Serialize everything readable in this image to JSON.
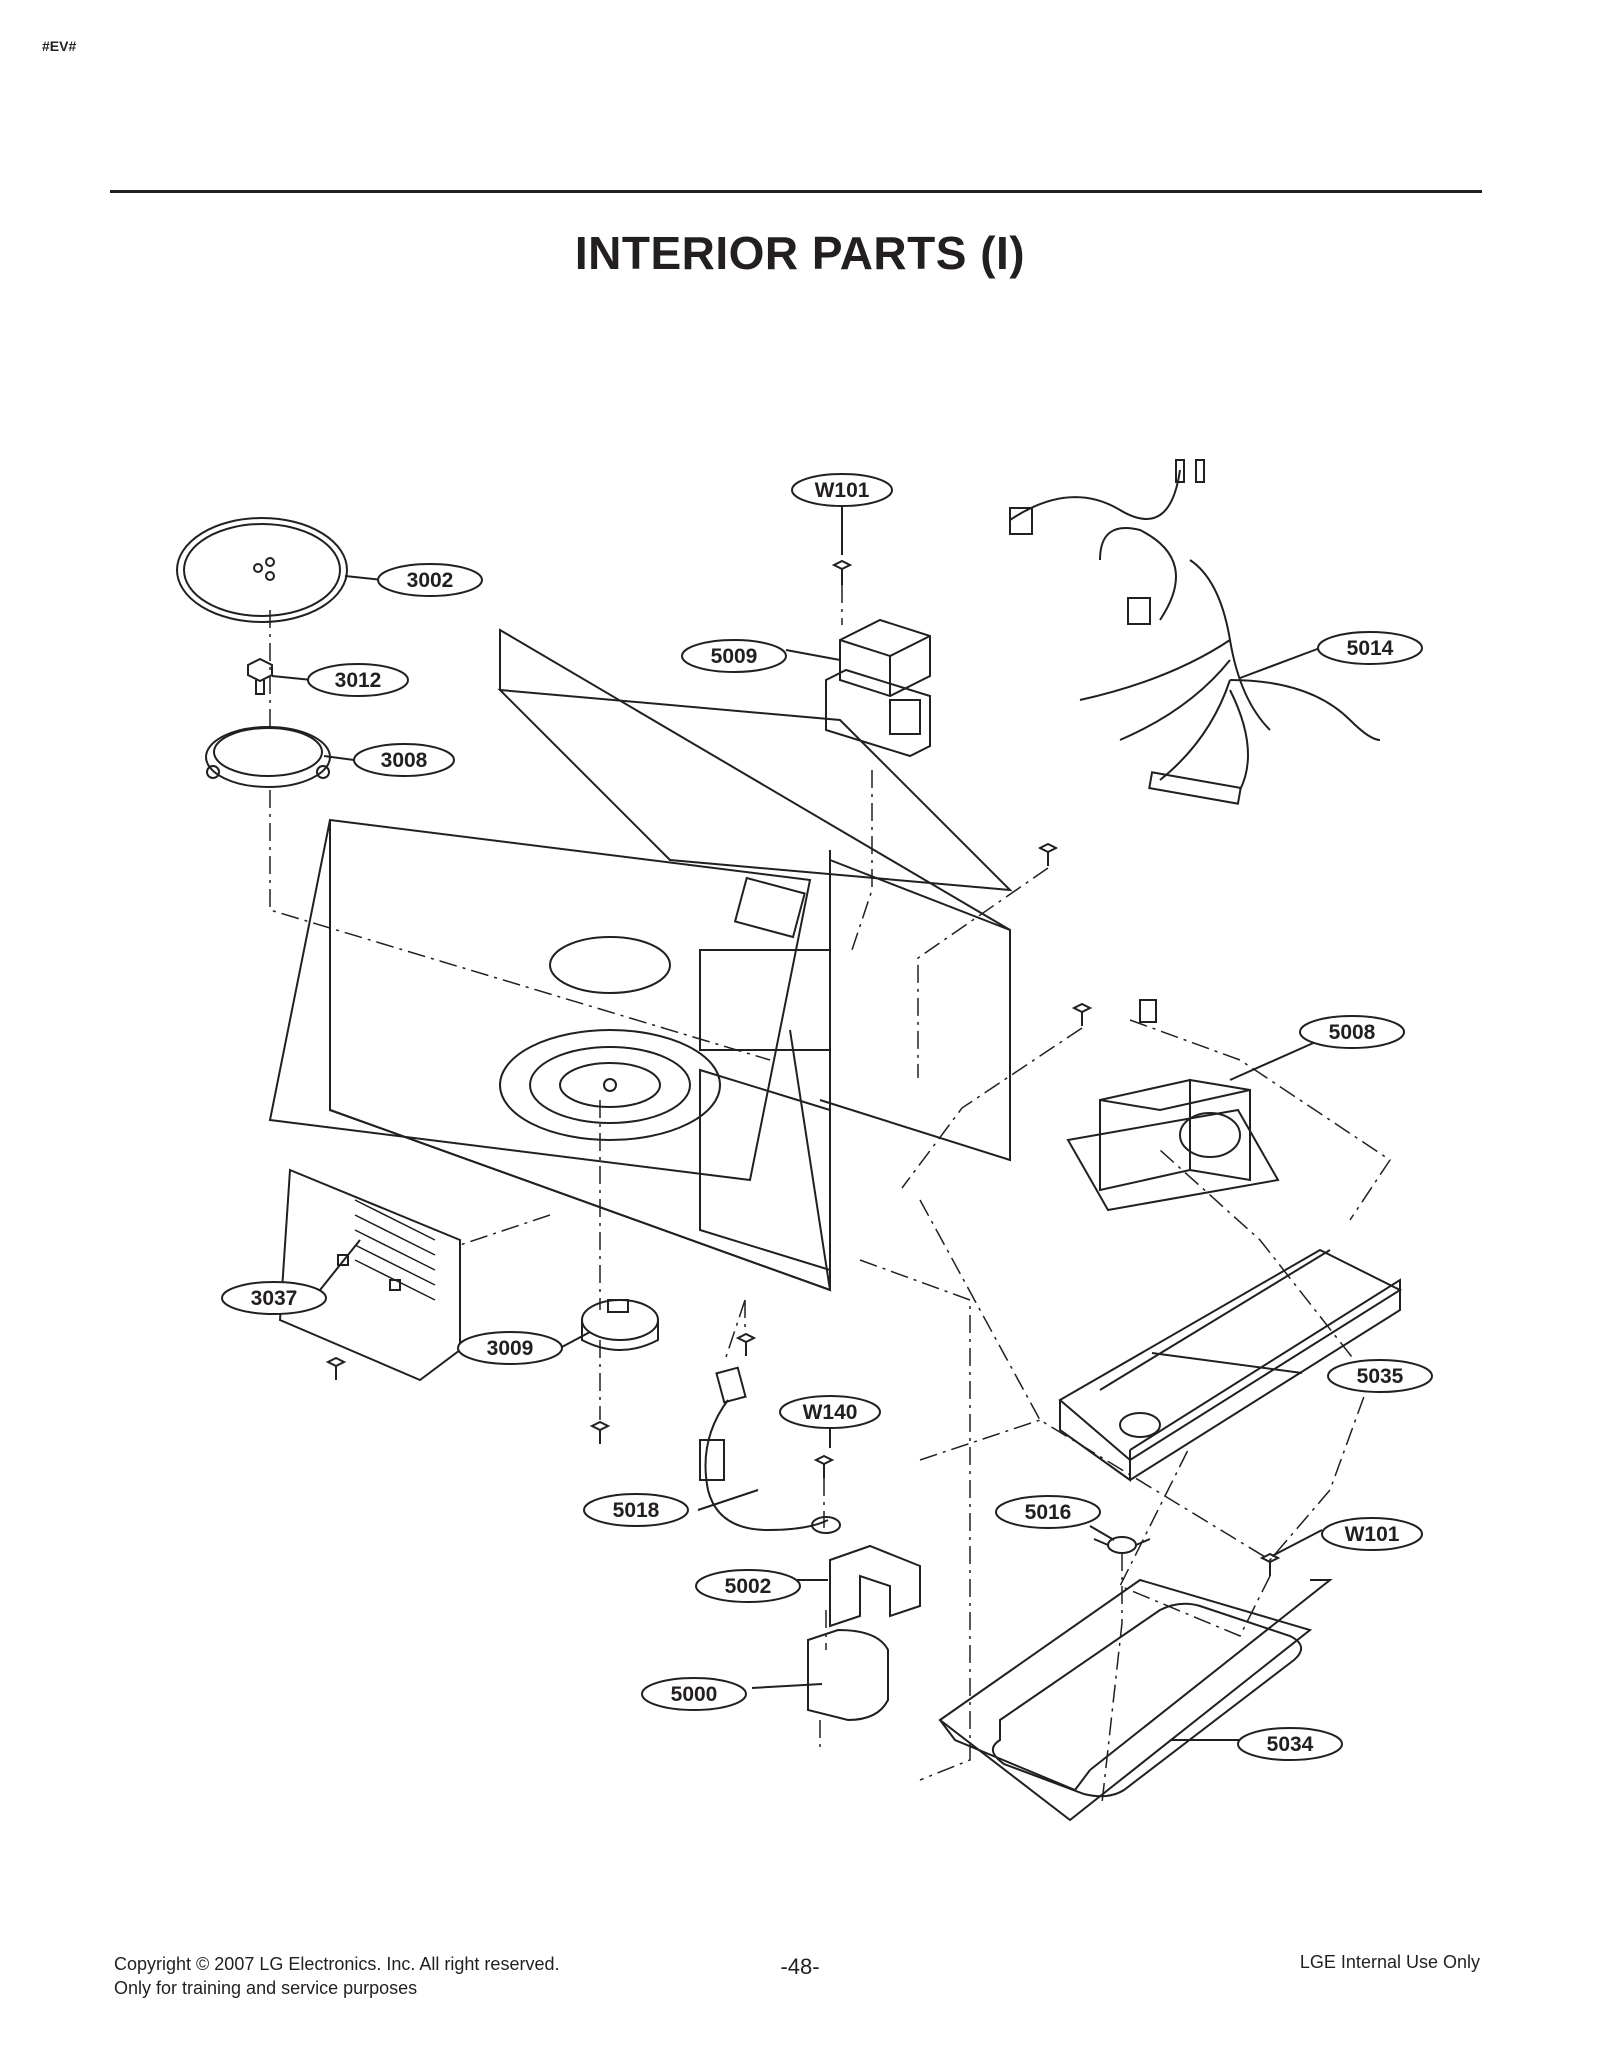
{
  "header": {
    "corner_code": "#EV#",
    "title": "INTERIOR PARTS (I)"
  },
  "callouts": [
    {
      "id": "W101"
    },
    {
      "id": "3002"
    },
    {
      "id": "3012"
    },
    {
      "id": "3008"
    },
    {
      "id": "5009"
    },
    {
      "id": "5014"
    },
    {
      "id": "5008"
    },
    {
      "id": "3037"
    },
    {
      "id": "3009"
    },
    {
      "id": "W140"
    },
    {
      "id": "5035"
    },
    {
      "id": "5018"
    },
    {
      "id": "5016"
    },
    {
      "id": "W101"
    },
    {
      "id": "5002"
    },
    {
      "id": "5000"
    },
    {
      "id": "5034"
    }
  ],
  "footer": {
    "copyright": "Copyright © 2007 LG Electronics. Inc. All right reserved.",
    "note": "Only for training and service purposes",
    "page_number": "-48-",
    "internal": "LGE Internal Use Only"
  }
}
